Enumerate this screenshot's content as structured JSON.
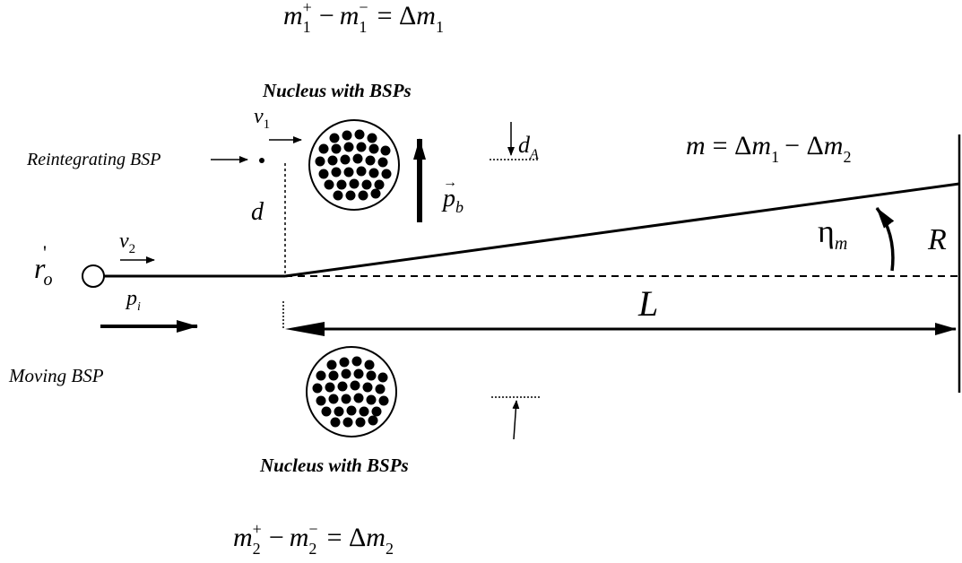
{
  "equations": {
    "top": {
      "m": "m",
      "sub1": "1",
      "sup_plus": "+",
      "minus": "−",
      "m2": "m",
      "sub2": "1",
      "sup_minus": "−",
      "eq": "= Δ",
      "m3": "m",
      "sub3": "1"
    },
    "bottom": {
      "m": "m",
      "sub1": "2",
      "sup_plus": "+",
      "minus": "−",
      "m2": "m",
      "sub2": "2",
      "sup_minus": "−",
      "eq": "= Δ",
      "m3": "m",
      "sub3": "2"
    },
    "right": {
      "m": "m",
      "eq": "= Δ",
      "m1": "m",
      "sub1": "1",
      "minus": "− Δ",
      "m2": "m",
      "sub2": "2"
    }
  },
  "labels": {
    "nucleus_top": "Nucleus with BSPs",
    "nucleus_bottom": "Nucleus with BSPs",
    "reintegrating": "Reintegrating BSP",
    "moving": "Moving BSP",
    "v1": {
      "base": "v",
      "sub": "1"
    },
    "v2": {
      "base": "v",
      "sub": "2"
    },
    "d": "d",
    "dA": {
      "base": "d",
      "sub": "A"
    },
    "pb": {
      "base": "p",
      "sub": "b",
      "vec": "→"
    },
    "pi": {
      "base": "p",
      "sub": "i"
    },
    "ro": {
      "base": "r",
      "sub": "o",
      "accent": "'"
    },
    "L": "L",
    "R": "R",
    "eta": {
      "base": "η",
      "sub": "m"
    }
  }
}
